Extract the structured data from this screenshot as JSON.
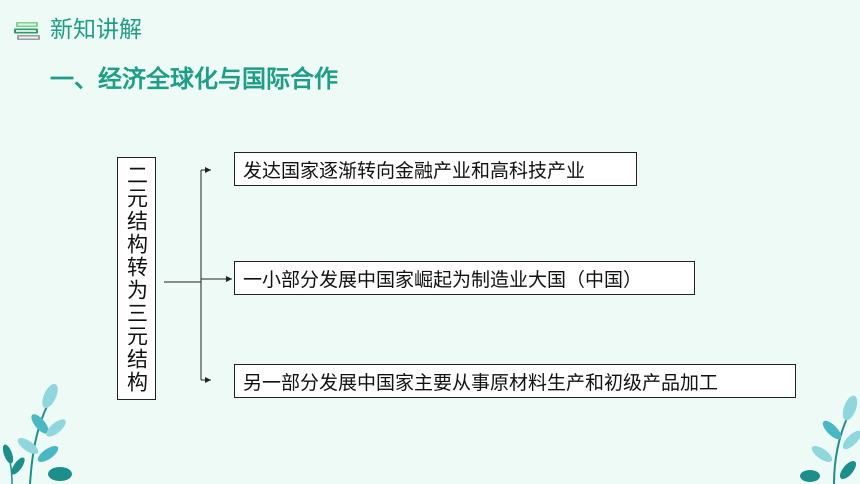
{
  "header": {
    "title": "新知讲解",
    "icon": "books-icon"
  },
  "section": {
    "title": "一、经济全球化与国际合作"
  },
  "diagram": {
    "source": "二元结构转为三元结构",
    "targets": [
      "发达国家逐渐转向金融产业和高科技产业",
      "一小部分发展中国家崛起为制造业大国（中国）",
      "另一部分发展中国家主要从事原材料生产和初级产品加工"
    ]
  },
  "colors": {
    "accent": "#1f9e86",
    "background": "#eefaf6",
    "plant_light": "#8fd6dd",
    "plant_mid": "#49b8c4",
    "plant_dark": "#1c8f8c"
  }
}
